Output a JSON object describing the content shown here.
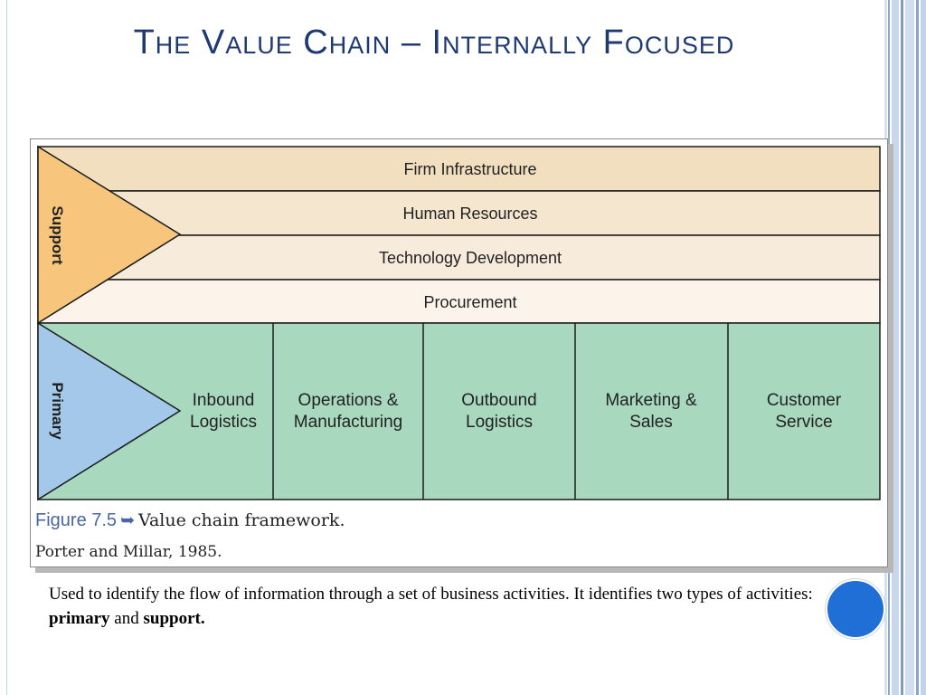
{
  "slide": {
    "title": "The Value Chain – Internally Focused"
  },
  "diagram": {
    "support_label": "Support",
    "primary_label": "Primary",
    "support_activities": [
      "Firm Infrastructure",
      "Human Resources",
      "Technology Development",
      "Procurement"
    ],
    "primary_activities": [
      [
        "Inbound",
        "Logistics"
      ],
      [
        "Operations &",
        "Manufacturing"
      ],
      [
        "Outbound",
        "Logistics"
      ],
      [
        "Marketing &",
        "Sales"
      ],
      [
        "Customer",
        "Service"
      ]
    ],
    "colors": {
      "support_band_1": "#f2dfc0",
      "support_band_2": "#f4e6cf",
      "support_band_3": "#f7ebdc",
      "support_band_4": "#fcf4ea",
      "support_triangle": "#f8c57c",
      "primary_triangle": "#a3c8ea",
      "primary_cells": "#a8d8bd",
      "outline": "#1a1a1a"
    }
  },
  "caption": {
    "figure_label": "Figure 7.5",
    "arrow": "➥",
    "figure_text": "Value chain framework.",
    "source": "Porter and Millar, 1985."
  },
  "description": {
    "part1": "Used to identify the flow of information through a set of business activities. It identifies two types of activities: ",
    "primary": "primary",
    "and": " and ",
    "support": "support."
  }
}
